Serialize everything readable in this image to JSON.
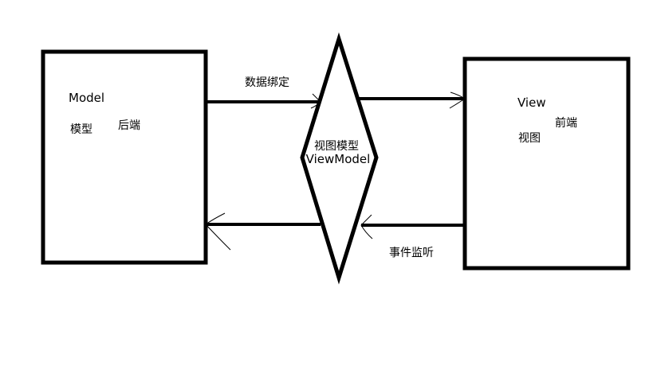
{
  "model_box": {
    "title": "Model",
    "subtitle": "模型",
    "side_label": "后端"
  },
  "view_box": {
    "title": "View",
    "subtitle": "视图",
    "side_label": "前端"
  },
  "viewmodel": {
    "label_zh": "视图模型",
    "label_en": "ViewModel"
  },
  "arrows": {
    "data_binding": "数据绑定",
    "event_listening": "事件监听"
  },
  "colors": {
    "stroke": "#000000",
    "background": "#ffffff"
  }
}
